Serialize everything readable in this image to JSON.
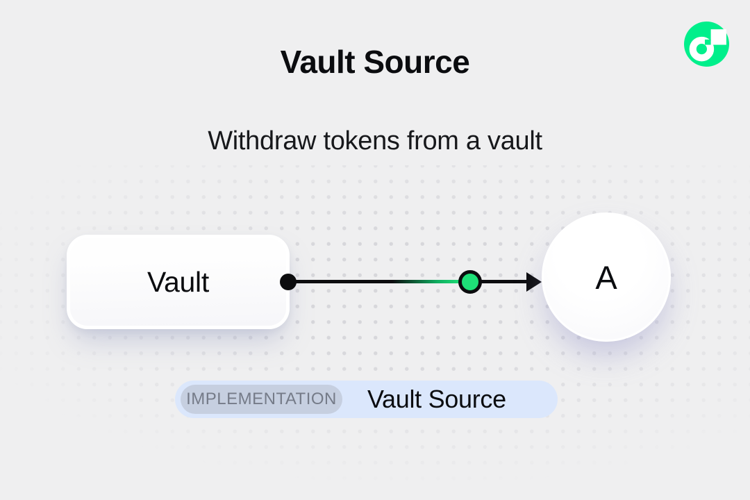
{
  "page": {
    "title": "Vault Source",
    "subtitle": "Withdraw tokens from a vault"
  },
  "diagram": {
    "source_node": {
      "label": "Vault"
    },
    "target_node": {
      "label": "A"
    },
    "edge": {
      "direction": "left-to-right",
      "token_dot": "green-circle"
    }
  },
  "badge": {
    "tag": "IMPLEMENTATION",
    "label": "Vault Source"
  },
  "icons": {
    "brand_logo": "flow-logo-icon",
    "arrow": "arrowhead-right-icon"
  },
  "colors": {
    "background": "#EFEFF0",
    "accent_green": "#00EF8B",
    "edge_node_green": "#1EE077",
    "edge_black": "#0C0C0E",
    "badge_bg": "#DBE7FC",
    "tag_bg": "#C6CFE0",
    "tag_text": "#757B88",
    "text_dark": "#0B0C0F",
    "dot_color": "#D5D5D9"
  }
}
